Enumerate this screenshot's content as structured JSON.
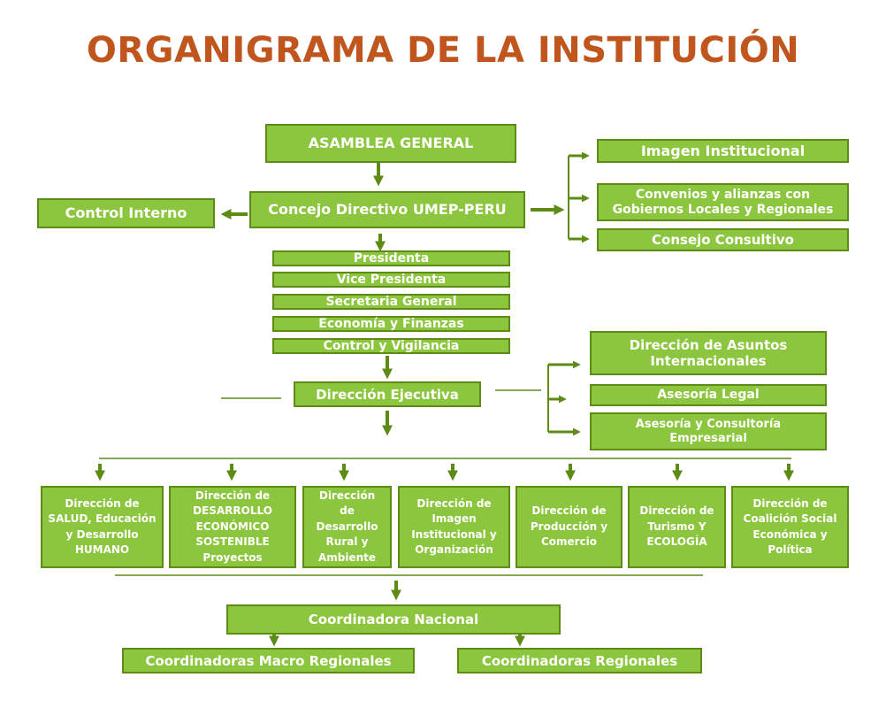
{
  "title": "ORGANIGRAMA DE LA INSTITUCIÓN",
  "colors": {
    "title": "#c0561d",
    "box_fill": "#8cc63f",
    "box_border": "#5d8b16",
    "text": "#ffffff",
    "connector": "#5d8b16"
  },
  "top": {
    "asamblea": "ASAMBLEA GENERAL",
    "concejo": "Concejo Directivo  UMEP-PERU",
    "control_interno": "Control Interno"
  },
  "right_upper": {
    "imagen": "Imagen Institucional",
    "convenios": "Convenios y alianzas con Gobiernos Locales y Regionales",
    "consultivo": "Consejo Consultivo"
  },
  "officers": [
    "Presidenta",
    "Vice Presidenta",
    "Secretaria General",
    "Economía y Finanzas",
    "Control y Vigilancia"
  ],
  "ejecutiva": "Dirección Ejecutiva",
  "right_lower": {
    "internacionales": "Dirección de Asuntos Internacionales",
    "legal": "Asesoría Legal",
    "consultoria": "Asesoría y Consultoría Empresarial"
  },
  "directions": [
    "Dirección de SALUD, Educación y Desarrollo HUMANO",
    "Dirección de DESARROLLO ECONÓMICO SOSTENIBLE Proyectos",
    "Dirección de Desarrollo Rural y Ambiente",
    "Dirección de Imagen Institucional y Organización",
    "Dirección de Producción y Comercio",
    "Dirección de Turismo Y ECOLOGÍA",
    "Dirección de Coalición Social Económica y Política"
  ],
  "coordinadora_nacional": "Coordinadora Nacional",
  "coordinadoras": [
    "Coordinadoras  Macro Regionales",
    "Coordinadoras  Regionales"
  ]
}
